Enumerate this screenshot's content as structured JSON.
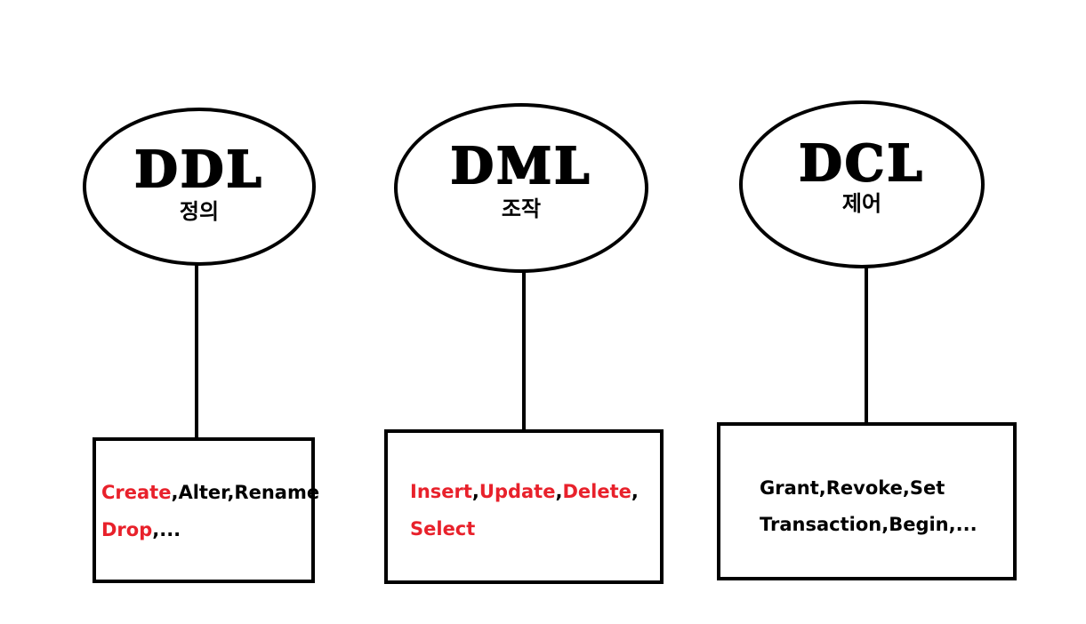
{
  "colors": {
    "highlight": "#e8212b",
    "text": "#000000",
    "stroke": "#000000"
  },
  "ddl": {
    "title": "DDL",
    "subtitle": "정의",
    "line1": [
      {
        "text": "Create",
        "color": "red"
      },
      {
        "text": ",Alter,Rename",
        "color": "black"
      }
    ],
    "line2": [
      {
        "text": "Drop",
        "color": "red"
      },
      {
        "text": ",...",
        "color": "black"
      }
    ]
  },
  "dml": {
    "title": "DML",
    "subtitle": "조작",
    "line1": [
      {
        "text": "Insert",
        "color": "red"
      },
      {
        "text": ",",
        "color": "black"
      },
      {
        "text": "Update",
        "color": "red"
      },
      {
        "text": ",",
        "color": "black"
      },
      {
        "text": "Delete",
        "color": "red"
      },
      {
        "text": ",",
        "color": "black"
      }
    ],
    "line2": [
      {
        "text": "Select",
        "color": "red"
      }
    ]
  },
  "dcl": {
    "title": "DCL",
    "subtitle": "제어",
    "line1": [
      {
        "text": "Grant,Revoke,Set",
        "color": "black"
      }
    ],
    "line2": [
      {
        "text": "Transaction,Begin,...",
        "color": "black"
      }
    ]
  }
}
